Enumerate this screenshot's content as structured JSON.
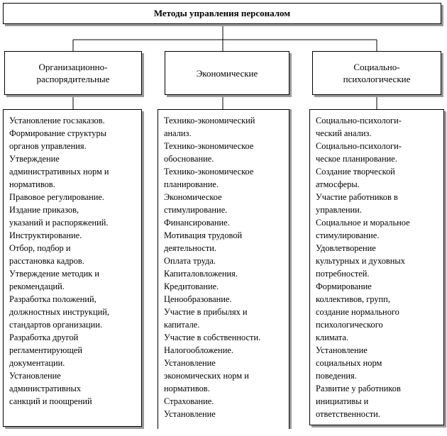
{
  "title": "Методы управления персоналом",
  "categories": [
    {
      "id": "org",
      "title_lines": [
        "Организационно-",
        "распорядительные"
      ],
      "items": [
        "Установление госзаказов.",
        "Формирование структуры",
        "органов управления.",
        "Утверждение",
        "административных норм и",
        "нормативов.",
        "Правовое регулирование.",
        "Издание приказов,",
        "указаний и распоряжений.",
        "Инструктирование.",
        "Отбор, подбор и",
        "расстановка кадров.",
        "Утверждение методик и",
        "рекомендаций.",
        "Разработка положений,",
        "должностных инструкций,",
        "стандартов организации.",
        "Разработка другой",
        "регламентирующей",
        "документации.",
        "Установление",
        "административных",
        "санкций и поощрений"
      ]
    },
    {
      "id": "econ",
      "title_lines": [
        "Экономические"
      ],
      "items": [
        "Технико-экономический",
        "анализ.",
        "Технико-экономическое",
        "обоснование.",
        "Технико-экономическое",
        "планирование.",
        "Экономическое",
        "стимулирование.",
        "Финансирование.",
        "Мотивация трудовой",
        "деятельности.",
        "Оплата труда.",
        "Капиталовложения.",
        "Кредитование.",
        "Ценообразование.",
        "Участие в прибылях и",
        "капитале.",
        "Участие в собственности.",
        "Налогообложение.",
        "Установление",
        "экономических норм и",
        "нормативов.",
        "Страхование.",
        "Установление"
      ]
    },
    {
      "id": "soc",
      "title_lines": [
        "Социально-",
        "психологические"
      ],
      "items": [
        "Социально-психологи-",
        "ческий анализ.",
        "Социально-психологи-",
        "ческое планирование.",
        "Создание творческой",
        "атмосферы.",
        "Участие работников в",
        "управлении.",
        "Социальное и моральное",
        "стимулирование.",
        "Удовлетворение",
        "культурных  и духовных",
        "потребностей.",
        "Формирование",
        "коллективов, групп,",
        "создание нормального",
        "психологического",
        "климата.",
        "Установление",
        "социальных норм",
        "поведения.",
        "Развитие у работников",
        "инициативы и",
        "ответственности."
      ]
    }
  ]
}
